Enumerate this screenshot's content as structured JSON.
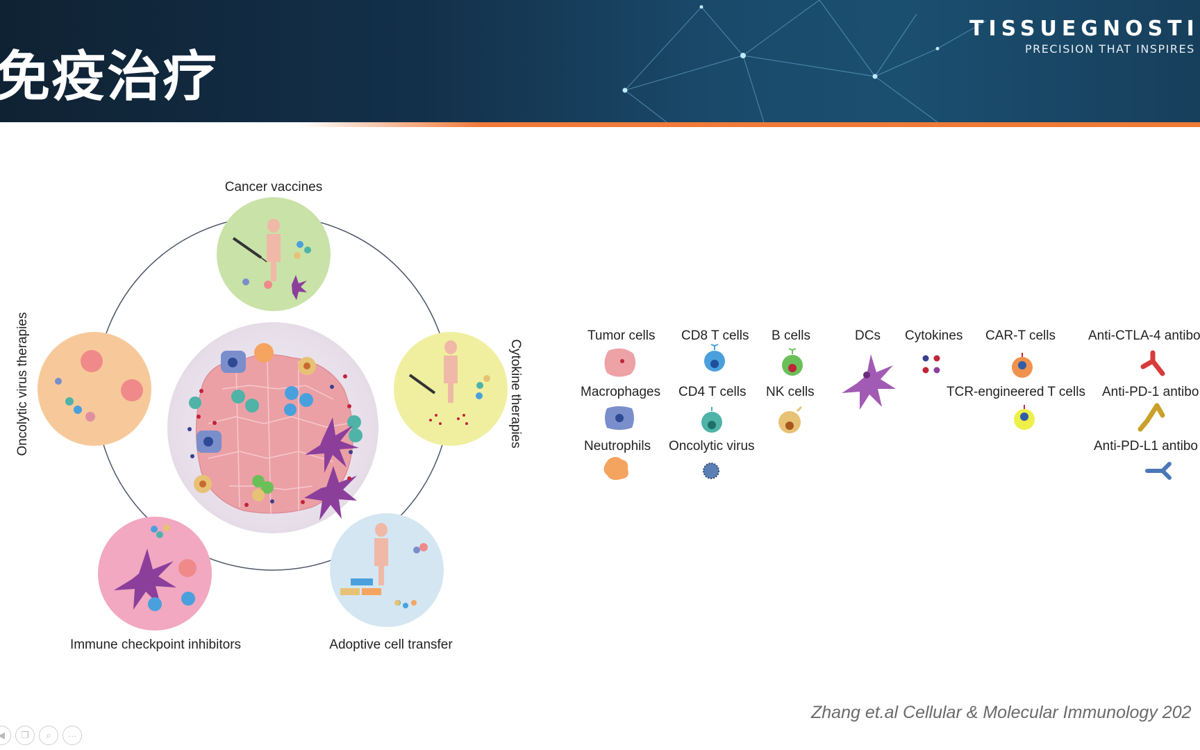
{
  "header": {
    "title": "免疫治疗",
    "brand_name": "TISSUEGNOSTI",
    "brand_tagline": "PRECISION THAT INSPIRES",
    "colors": {
      "banner_dark": "#0f2233",
      "banner_mid": "#1a4a6a",
      "accent_bar": "#f07a3a"
    }
  },
  "diagram": {
    "therapies": {
      "cancer_vaccines": "Cancer vaccines",
      "cytokine_therapies": "Cytokine therapies",
      "adoptive_cell_transfer": "Adoptive cell transfer",
      "immune_checkpoint_inhibitors": "Immune checkpoint inhibitors",
      "oncolytic_virus_therapies": "Oncolytic virus therapies"
    },
    "colors": {
      "cancer_vaccines": "#c9e2a8",
      "cytokine_therapies": "#f0efa0",
      "adoptive_cell_transfer": "#d4e6f2",
      "immune_checkpoint_inhibitors": "#f1a8c0",
      "oncolytic_virus_therapies": "#f7c99a",
      "tumor_center": "#e7dfe9"
    }
  },
  "legend": {
    "tumor_cells": "Tumor cells",
    "cd8_t_cells": "CD8 T cells",
    "b_cells": "B cells",
    "dcs": "DCs",
    "cytokines": "Cytokines",
    "car_t_cells": "CAR-T cells",
    "anti_ctla4": "Anti-CTLA-4 antibo",
    "macrophages": "Macrophages",
    "cd4_t_cells": "CD4 T cells",
    "nk_cells": "NK cells",
    "tcr_engineered_t_cells": "TCR-engineered T cells",
    "anti_pd1": "Anti-PD-1 antibo",
    "neutrophils": "Neutrophils",
    "oncolytic_virus": "Oncolytic virus",
    "anti_pdl1": "Anti-PD-L1 antibo"
  },
  "citation": "Zhang et.al Cellular & Molecular Immunology 202",
  "viewer_controls": {
    "icons": [
      "prev-icon",
      "copy-icon",
      "zoom-icon",
      "more-icon"
    ],
    "more_label": "···"
  }
}
